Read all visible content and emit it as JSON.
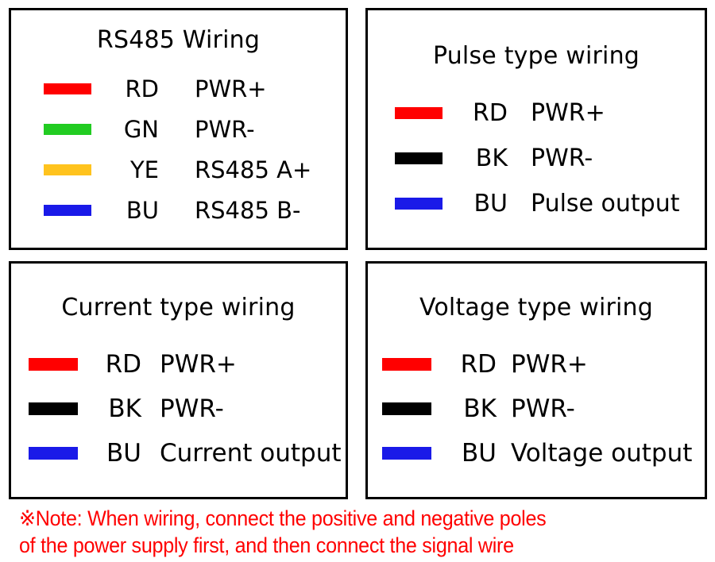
{
  "colors": {
    "red": "#ff0000",
    "green": "#22cc22",
    "yellow": "#ffc31e",
    "blue": "#1a1ae8",
    "black": "#000000",
    "border": "#000000",
    "note_red": "#ff0000",
    "background": "#ffffff"
  },
  "panels": [
    {
      "id": "rs485",
      "title": "RS485 Wiring",
      "rows": [
        {
          "color_name": "red",
          "color": "#ff0000",
          "code": "RD",
          "desc": "PWR+"
        },
        {
          "color_name": "green",
          "color": "#22cc22",
          "code": "GN",
          "desc": "PWR-"
        },
        {
          "color_name": "yellow",
          "color": "#ffc31e",
          "code": "YE",
          "desc": "RS485 A+"
        },
        {
          "color_name": "blue",
          "color": "#1a1ae8",
          "code": "BU",
          "desc": "RS485 B-"
        }
      ]
    },
    {
      "id": "pulse",
      "title": "Pulse type wiring",
      "rows": [
        {
          "color_name": "red",
          "color": "#ff0000",
          "code": "RD",
          "desc": "PWR+"
        },
        {
          "color_name": "black",
          "color": "#000000",
          "code": "BK",
          "desc": "PWR-"
        },
        {
          "color_name": "blue",
          "color": "#1a1ae8",
          "code": "BU",
          "desc": "Pulse output"
        }
      ]
    },
    {
      "id": "current",
      "title": "Current type wiring",
      "rows": [
        {
          "color_name": "red",
          "color": "#ff0000",
          "code": "RD",
          "desc": "PWR+"
        },
        {
          "color_name": "black",
          "color": "#000000",
          "code": "BK",
          "desc": "PWR-"
        },
        {
          "color_name": "blue",
          "color": "#1a1ae8",
          "code": "BU",
          "desc": "Current output"
        }
      ]
    },
    {
      "id": "voltage",
      "title": "Voltage type wiring",
      "rows": [
        {
          "color_name": "red",
          "color": "#ff0000",
          "code": "RD",
          "desc": "PWR+"
        },
        {
          "color_name": "black",
          "color": "#000000",
          "code": "BK",
          "desc": "PWR-"
        },
        {
          "color_name": "blue",
          "color": "#1a1ae8",
          "code": "BU",
          "desc": "Voltage output"
        }
      ]
    }
  ],
  "note": {
    "marker": "※",
    "line1": "※Note: When wiring, connect the positive and negative poles",
    "line2": "of the power supply first, and then connect the signal wire"
  }
}
